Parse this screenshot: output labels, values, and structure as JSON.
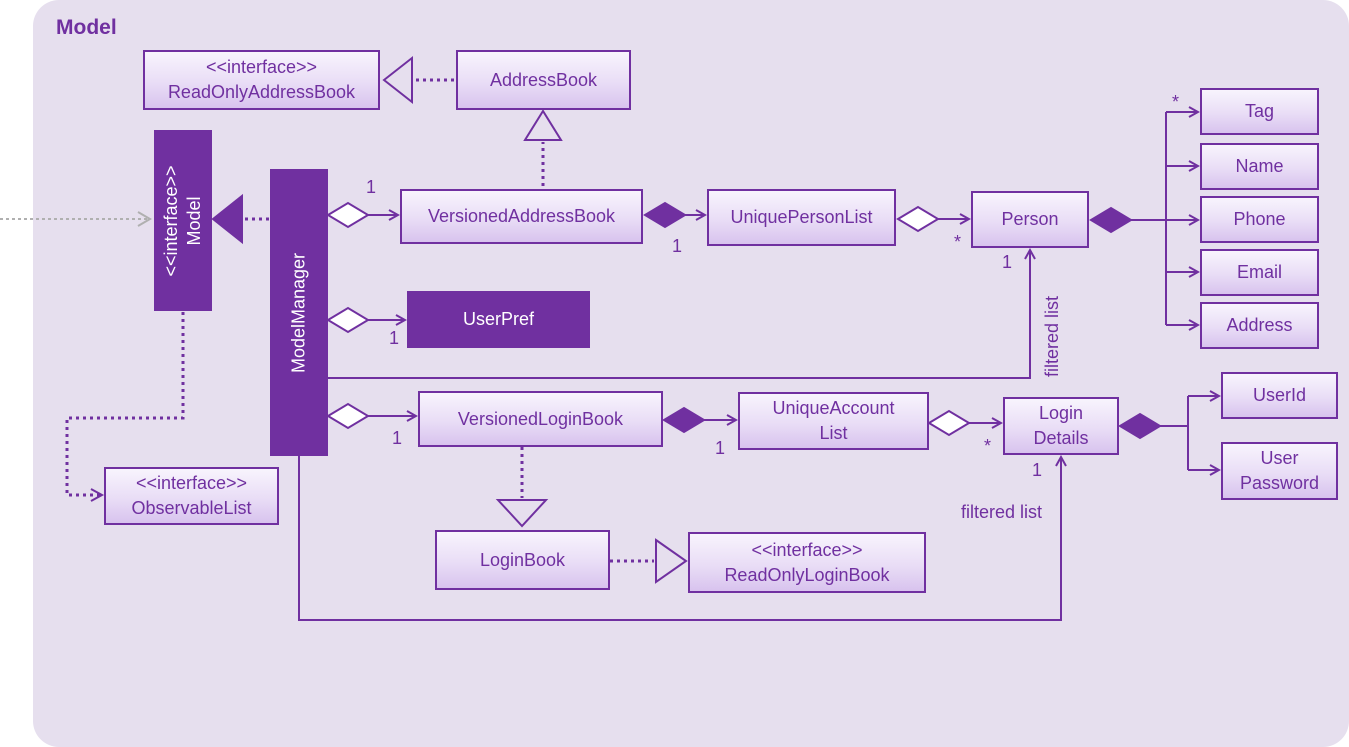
{
  "package": {
    "title": "Model"
  },
  "classes": {
    "readonly_address_book": {
      "stereotype": "<<interface>>",
      "name": "ReadOnlyAddressBook"
    },
    "address_book": {
      "name": "AddressBook"
    },
    "model": {
      "stereotype": "<<interface>>",
      "name": "Model"
    },
    "model_manager": {
      "name": "ModelManager"
    },
    "versioned_address_book": {
      "name": "VersionedAddressBook"
    },
    "unique_person_list": {
      "name": "UniquePersonList"
    },
    "person": {
      "name": "Person"
    },
    "user_pref": {
      "name": "UserPref"
    },
    "tag": {
      "name": "Tag"
    },
    "name": {
      "name": "Name"
    },
    "phone": {
      "name": "Phone"
    },
    "email": {
      "name": "Email"
    },
    "address": {
      "name": "Address"
    },
    "versioned_login_book": {
      "name": "VersionedLoginBook"
    },
    "unique_account_list": {
      "line1": "UniqueAccount",
      "line2": "List"
    },
    "login_details": {
      "line1": "Login",
      "line2": "Details"
    },
    "user_id": {
      "name": "UserId"
    },
    "user_password": {
      "line1": "User",
      "line2": "Password"
    },
    "observable_list": {
      "stereotype": "<<interface>>",
      "name": "ObservableList"
    },
    "login_book": {
      "name": "LoginBook"
    },
    "readonly_login_book": {
      "stereotype": "<<interface>>",
      "name": "ReadOnlyLoginBook"
    }
  },
  "multiplicities": {
    "mm_vab": "1",
    "vab_upl": "1",
    "upl_person_many": "*",
    "person_one": "1",
    "mm_userpref": "1",
    "tag_many": "*",
    "mm_vlb": "1",
    "vlb_ual": "1",
    "ual_login_many": "*",
    "login_one": "1"
  },
  "labels": {
    "filtered_list_person": "filtered list",
    "filtered_list_login": "filtered list"
  },
  "colors": {
    "accent": "#7030a0",
    "frame_background": "#e6dfee",
    "external_dependency": "#b0b0b0"
  }
}
